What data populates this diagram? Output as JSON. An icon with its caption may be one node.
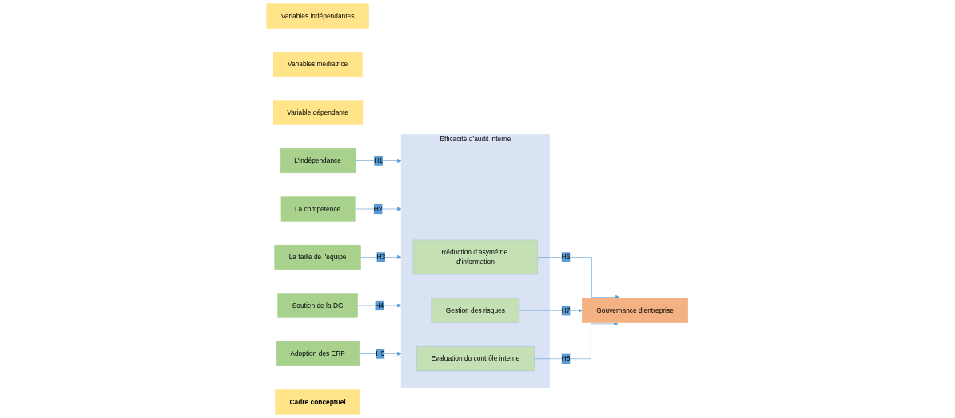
{
  "diagram": {
    "nodes": [
      {
        "text": [
          "Variables indépendantes"
        ]
      },
      {
        "text": [
          "Variables médiatrice"
        ]
      },
      {
        "text": [
          "Variable dépendante"
        ]
      },
      {
        "text": [
          "L’indépendance"
        ]
      },
      {
        "text": [
          "La competence"
        ]
      },
      {
        "text": [
          "La taille de l’équipe"
        ]
      },
      {
        "text": [
          "Soutien de la DG"
        ]
      },
      {
        "text": [
          "Adoption des ERP"
        ]
      },
      {
        "text": [
          "Efficacité d’audit interne"
        ]
      },
      {
        "text": [
          "Réduction d’asymétrie d’information"
        ],
        "in": 8
      },
      {
        "text": [
          "Gestion des risques"
        ],
        "in": 8
      },
      {
        "text": [
          "Evaluation du contrôle interne"
        ],
        "in": 8
      },
      {
        "text": [
          "Gouvernance d’entreprise"
        ]
      },
      {
        "text": [
          "Cadre conceptuel"
        ]
      }
    ],
    "edges": [
      {
        "from": 3,
        "to": 8,
        "arrow": "to",
        "label": "H1"
      },
      {
        "from": 4,
        "to": 8,
        "arrow": "to",
        "label": "H2"
      },
      {
        "from": 5,
        "to": 8,
        "arrow": "to",
        "label": "H3"
      },
      {
        "from": 6,
        "to": 8,
        "arrow": "to",
        "label": "H4"
      },
      {
        "from": 7,
        "to": 8,
        "arrow": "to",
        "label": "H5"
      },
      {
        "from": 9,
        "to": 12,
        "arrow": "to",
        "label": "H6"
      },
      {
        "from": 10,
        "to": 12,
        "arrow": "to",
        "label": "H7"
      },
      {
        "from": 11,
        "to": 12,
        "arrow": "to",
        "label": "H8"
      }
    ]
  }
}
